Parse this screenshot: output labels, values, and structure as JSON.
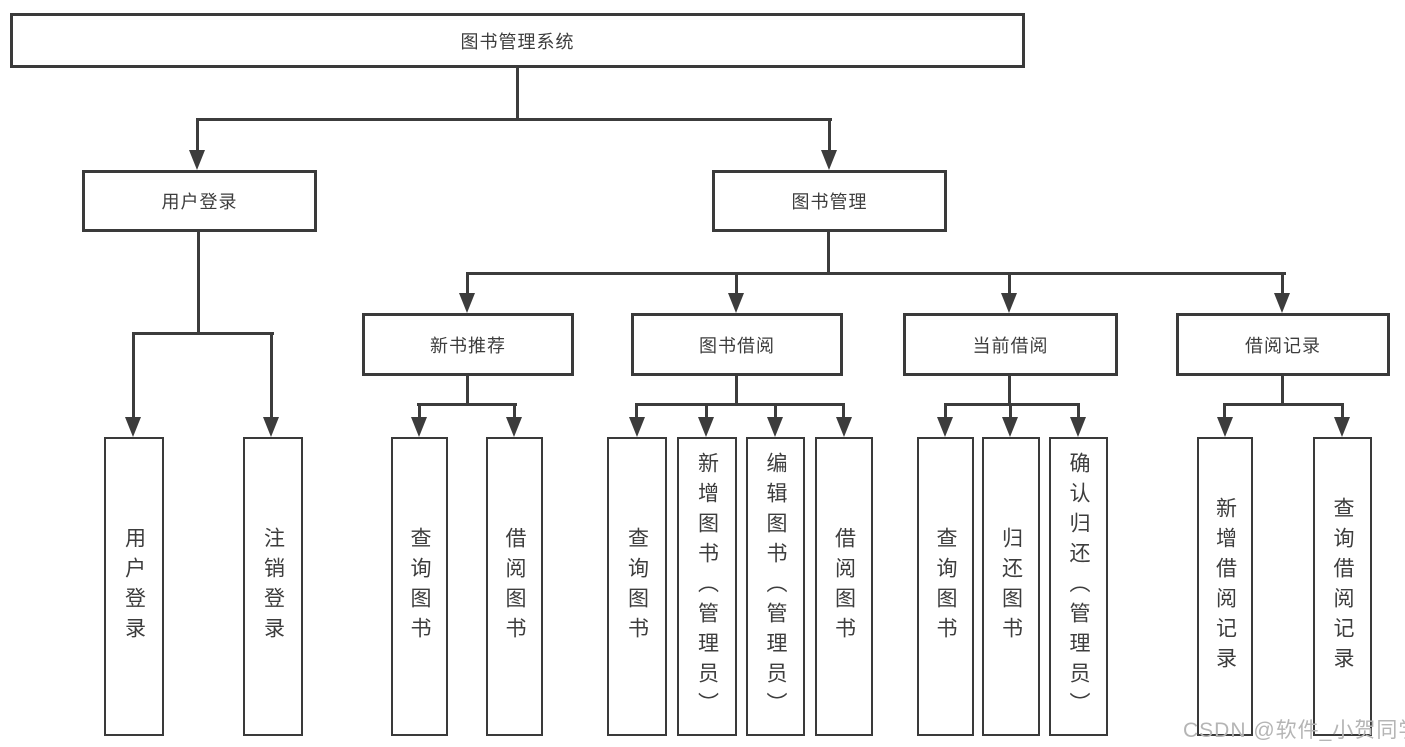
{
  "diagram": {
    "title_node": "图书管理系统",
    "nodes": {
      "root": "图书管理系统",
      "user_login": "用户登录",
      "book_mgmt": "图书管理",
      "new_book_rec": "新书推荐",
      "book_borrow": "图书借阅",
      "current_borrow": "当前借阅",
      "borrow_records": "借阅记录"
    },
    "leaves": {
      "user_login": [
        "用户登录",
        "注销登录"
      ],
      "new_book_rec": [
        "查询图书",
        "借阅图书"
      ],
      "book_borrow": [
        "查询图书",
        "新增图书（管理员）",
        "编辑图书（管理员）",
        "借阅图书"
      ],
      "current_borrow": [
        "查询图书",
        "归还图书",
        "确认归还（管理员）"
      ],
      "borrow_records": [
        "新增借阅记录",
        "查询借阅记录"
      ]
    },
    "watermark": "CSDN @软件_小贺同学",
    "colors": {
      "line": "#3c3c3c",
      "border": "#3a3a3a",
      "text": "#3d3d3d",
      "watermark": "#b5b5b5",
      "background": "#ffffff"
    }
  }
}
